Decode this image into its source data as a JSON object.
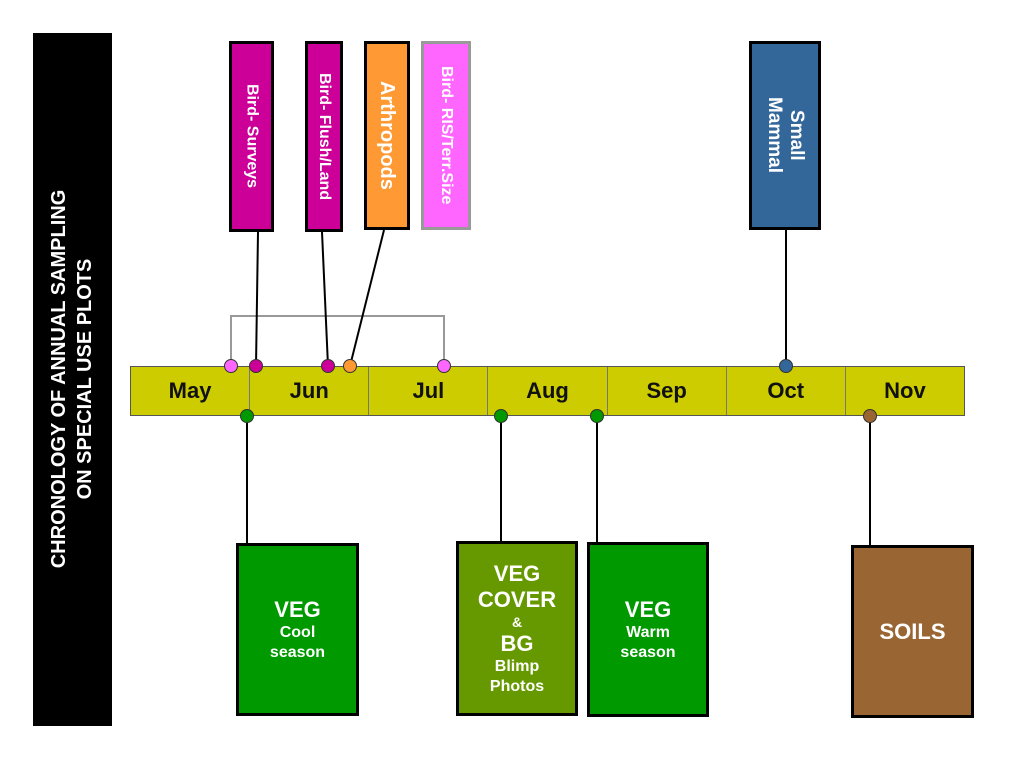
{
  "title": {
    "line1": "CHRONOLOGY OF ANNUAL SAMPLING",
    "line2": "ON SPECIAL USE PLOTS"
  },
  "months": [
    "May",
    "Jun",
    "Jul",
    "Aug",
    "Sep",
    "Oct",
    "Nov"
  ],
  "top_boxes": {
    "bird_surveys": "Bird- Surveys",
    "bird_flush_land": "Bird- Flush/Land",
    "arthropods": "Arthropods",
    "bird_ris": "Bird- RIS/Terr.Size",
    "small_mammal_1": "Small",
    "small_mammal_2": "Mammal"
  },
  "bottom_boxes": {
    "veg_cool": {
      "l1": "VEG",
      "l2": "Cool",
      "l3": "season"
    },
    "veg_cover": {
      "l1": "VEG",
      "l2": "COVER",
      "l3": "&",
      "l4": "BG",
      "l5": "Blimp",
      "l6": "Photos"
    },
    "veg_warm": {
      "l1": "VEG",
      "l2": "Warm",
      "l3": "season"
    },
    "soils": {
      "l1": "SOILS"
    }
  },
  "colors": {
    "bird": "#cc0099",
    "arthropods": "#ff9933",
    "bird_ris": "#ff66ff",
    "mammal": "#336699",
    "veg": "#009900",
    "veg_cover": "#669900",
    "soils": "#996633",
    "timeline": "#cccc00"
  }
}
